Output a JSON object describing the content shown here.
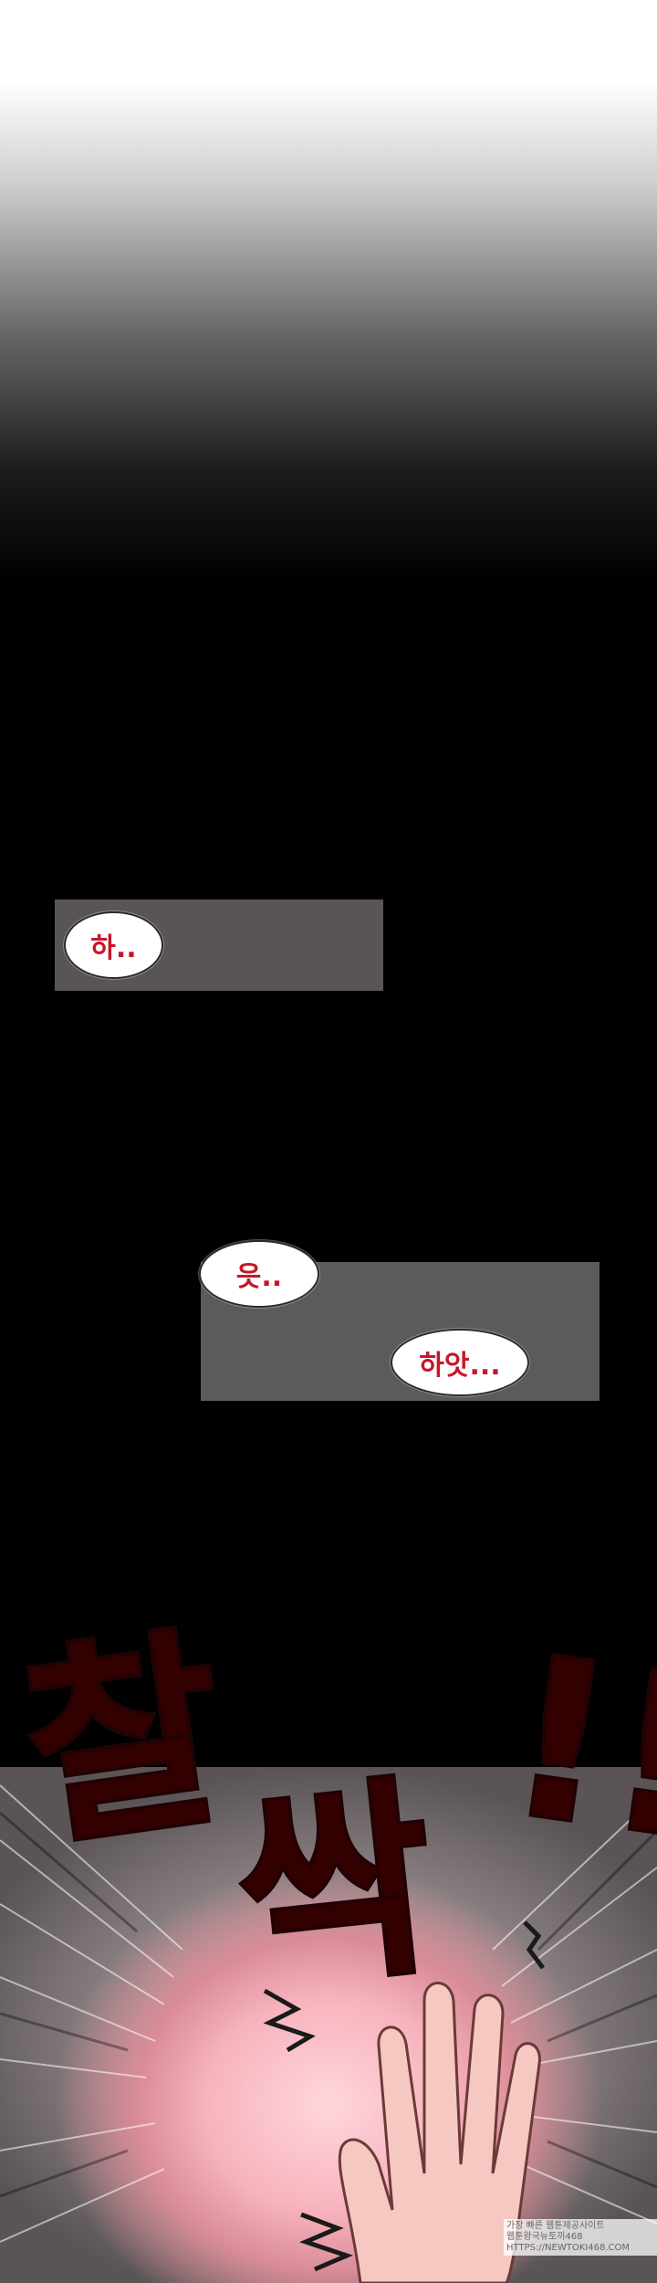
{
  "panels": {
    "bubble_1": "하..",
    "bubble_2": "읏..",
    "bubble_3": "하앗..."
  },
  "sfx": {
    "main_1": "찰",
    "main_2": "싹",
    "exclaim": "!!"
  },
  "watermark": {
    "line_1": "가장 빠른 웹툰제공사이트",
    "line_2": "웹툰왕국뉴토끼468",
    "line_3": "HTTPS://NEWTOKI468.COM"
  }
}
